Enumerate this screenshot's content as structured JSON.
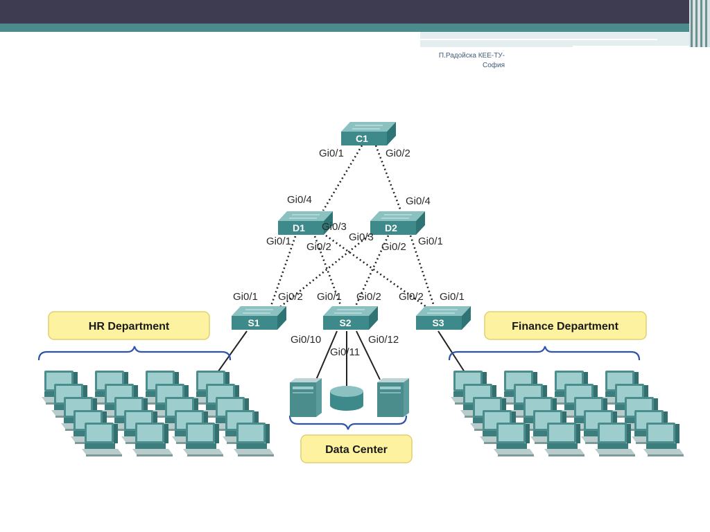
{
  "slide": {
    "author_line1": "П.Радойска КЕЕ-ТУ-",
    "author_line2": "София"
  },
  "switches": {
    "c1": "C1",
    "d1": "D1",
    "d2": "D2",
    "s1": "S1",
    "s2": "S2",
    "s3": "S3"
  },
  "ports": {
    "c1_gi01": "Gi0/1",
    "c1_gi02": "Gi0/2",
    "d1_gi04": "Gi0/4",
    "d1_gi03": "Gi0/3",
    "d1_gi01": "Gi0/1",
    "d1_gi02": "Gi0/2",
    "d2_gi04": "Gi0/4",
    "d2_gi03": "Gi0/3",
    "d2_gi02": "Gi0/2",
    "d2_gi01": "Gi0/1",
    "s1_gi01": "Gi0/1",
    "s1_gi02": "Gi0/2",
    "s2_gi01": "Gi0/1",
    "s2_gi02": "Gi0/2",
    "s3_gi02": "Gi0/2",
    "s3_gi01": "Gi0/1",
    "s2_gi010": "Gi0/10",
    "s2_gi011": "Gi0/11",
    "s2_gi012": "Gi0/12"
  },
  "groups": {
    "hr": "HR Department",
    "finance": "Finance Department",
    "datacenter": "Data Center"
  },
  "colors": {
    "switch_top": "#7fb8b8",
    "switch_front": "#3e8a8a",
    "label_box": "#fdf2a0",
    "brace": "#2f52b0"
  }
}
